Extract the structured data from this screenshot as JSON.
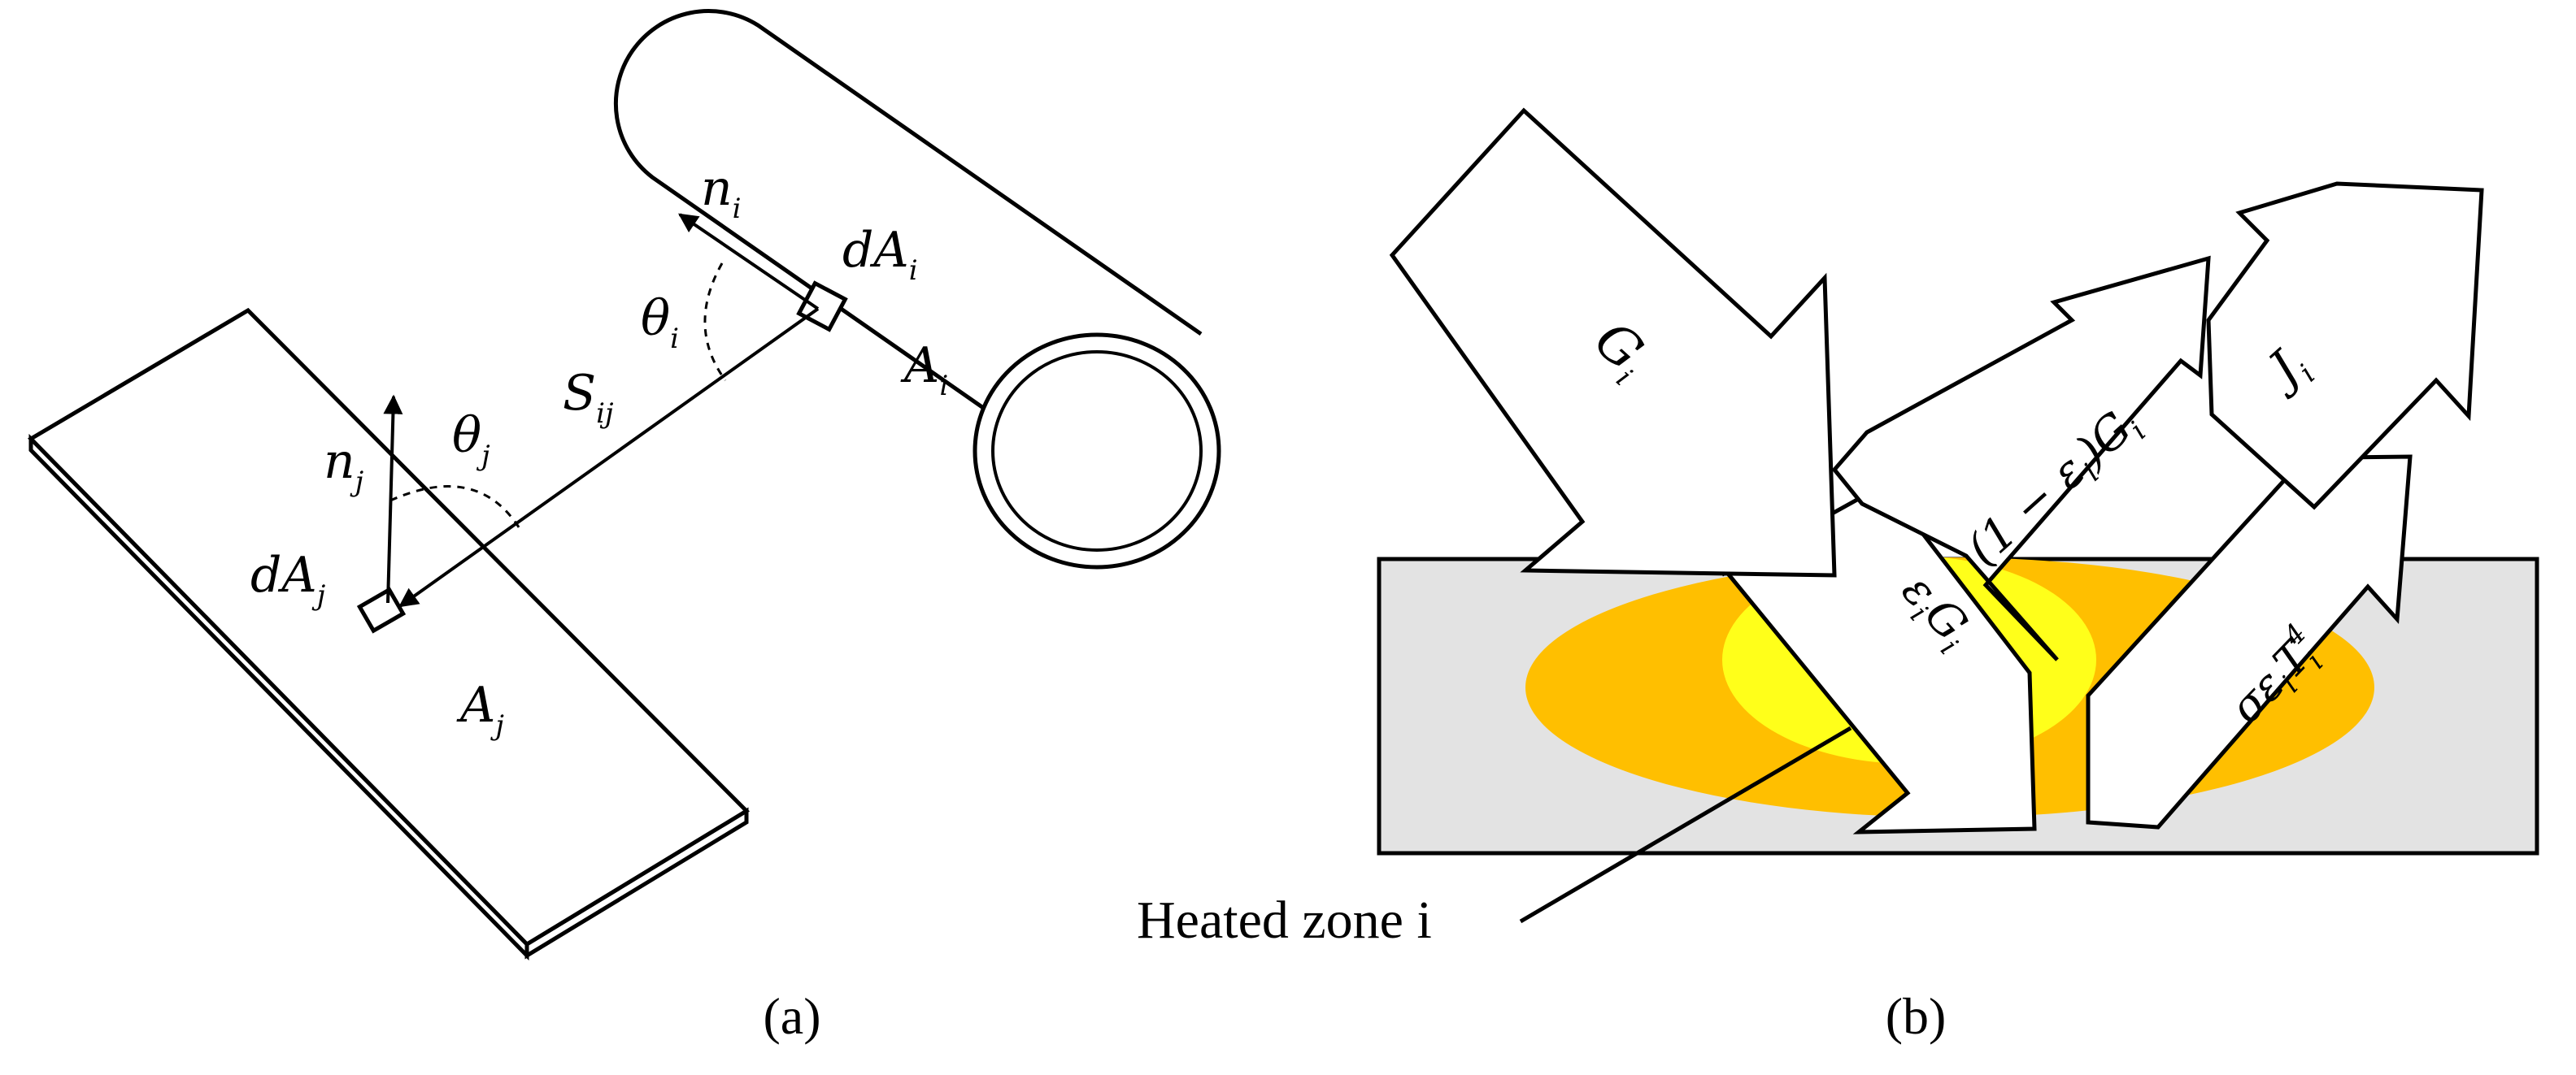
{
  "panel_a": {
    "caption": "(a)",
    "labels": {
      "n_i": "n",
      "n_i_sub": "i",
      "dA_i": "dA",
      "dA_i_sub": "i",
      "theta_i": "θ",
      "theta_i_sub": "i",
      "A_i": "A",
      "A_i_sub": "i",
      "S_ij": "S",
      "S_ij_sub": "ij",
      "theta_j": "θ",
      "theta_j_sub": "j",
      "n_j": "n",
      "n_j_sub": "j",
      "dA_j": "dA",
      "dA_j_sub": "j",
      "A_j": "A",
      "A_j_sub": "j"
    }
  },
  "panel_b": {
    "caption": "(b)",
    "arrows": {
      "incoming": "G",
      "incoming_sub": "i",
      "reflected": "(1 − ε",
      "reflected_mid": "i",
      "reflected_end": ")G",
      "reflected_sub": "i",
      "absorbed": "ε",
      "absorbed_mid": "i",
      "absorbed_end": "G",
      "absorbed_sub": "i",
      "radiosity": "J",
      "radiosity_sub": "i",
      "emitted": "σε",
      "emitted_mid": "i",
      "emitted_T": "T",
      "emitted_sup": "4",
      "emitted_sub": "i"
    },
    "callout": "Heated zone i",
    "colors": {
      "plate": "#e3e3e3",
      "zone_outer": "#ffbf00",
      "zone_inner": "#ffff1a"
    }
  }
}
